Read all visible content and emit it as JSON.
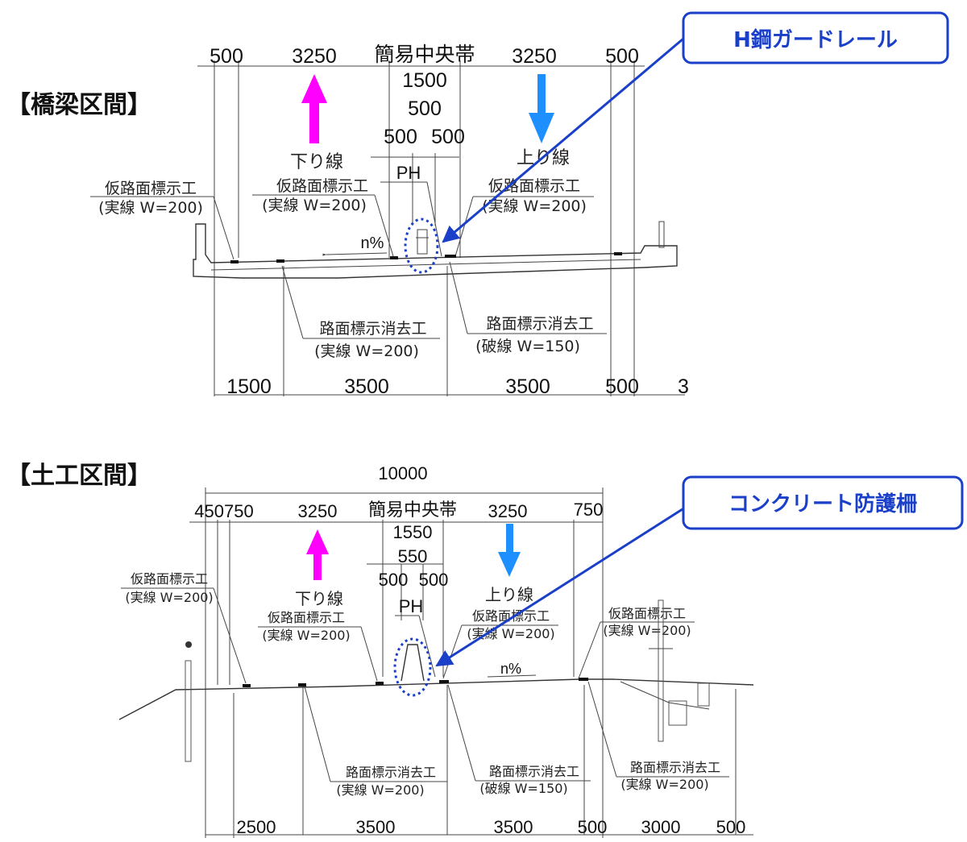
{
  "colors": {
    "down_arrow": "#ff00ff",
    "up_arrow": "#1e8fff",
    "callout": "#1a3fc8"
  },
  "bridge": {
    "title": "【橋梁区間】",
    "top_dims": [
      "500",
      "3250",
      "簡易中央帯",
      "3250",
      "500"
    ],
    "median_dims": {
      "total": "1500",
      "mid": "500",
      "left": "500",
      "right": "500"
    },
    "down_line": "下り線",
    "up_line": "上り線",
    "ph": "PH",
    "slope": "n%",
    "temp_markings": [
      {
        "title": "仮路面標示工",
        "spec": "(実線 W=200)"
      },
      {
        "title": "仮路面標示工",
        "spec": "(実線 W=200)"
      },
      {
        "title": "仮路面標示工",
        "spec": "(実線 W=200)"
      }
    ],
    "erase_markings": [
      {
        "title": "路面標示消去工",
        "spec": "(実線 W=200)"
      },
      {
        "title": "路面標示消去工",
        "spec": "(破線 W=150)"
      }
    ],
    "bottom_dims": [
      "1500",
      "3500",
      "3500",
      "500",
      "3"
    ],
    "callout": "H鋼ガードレール"
  },
  "earthwork": {
    "title": "【土工区間】",
    "overall": "10000",
    "top_dims": [
      "450750",
      "3250",
      "簡易中央帯",
      "3250",
      "750"
    ],
    "median_dims": {
      "total": "1550",
      "mid": "550",
      "left": "500",
      "right": "500"
    },
    "down_line": "下り線",
    "up_line": "上り線",
    "ph": "PH",
    "slope": "n%",
    "temp_markings": [
      {
        "title": "仮路面標示工",
        "spec": "(実線 W=200)"
      },
      {
        "title": "仮路面標示工",
        "spec": "(実線 W=200)"
      },
      {
        "title": "仮路面標示工",
        "spec": "(実線 W=200)"
      },
      {
        "title": "仮路面標示工",
        "spec": "(実線 W=200)"
      }
    ],
    "erase_markings": [
      {
        "title": "路面標示消去工",
        "spec": "(実線 W=200)"
      },
      {
        "title": "路面標示消去工",
        "spec": "(破線 W=150)"
      },
      {
        "title": "路面標示消去工",
        "spec": "(実線 W=200)"
      }
    ],
    "bottom_dims": [
      "2500",
      "3500",
      "3500",
      "500",
      "3000",
      "500"
    ],
    "callout": "コンクリート防護柵"
  }
}
